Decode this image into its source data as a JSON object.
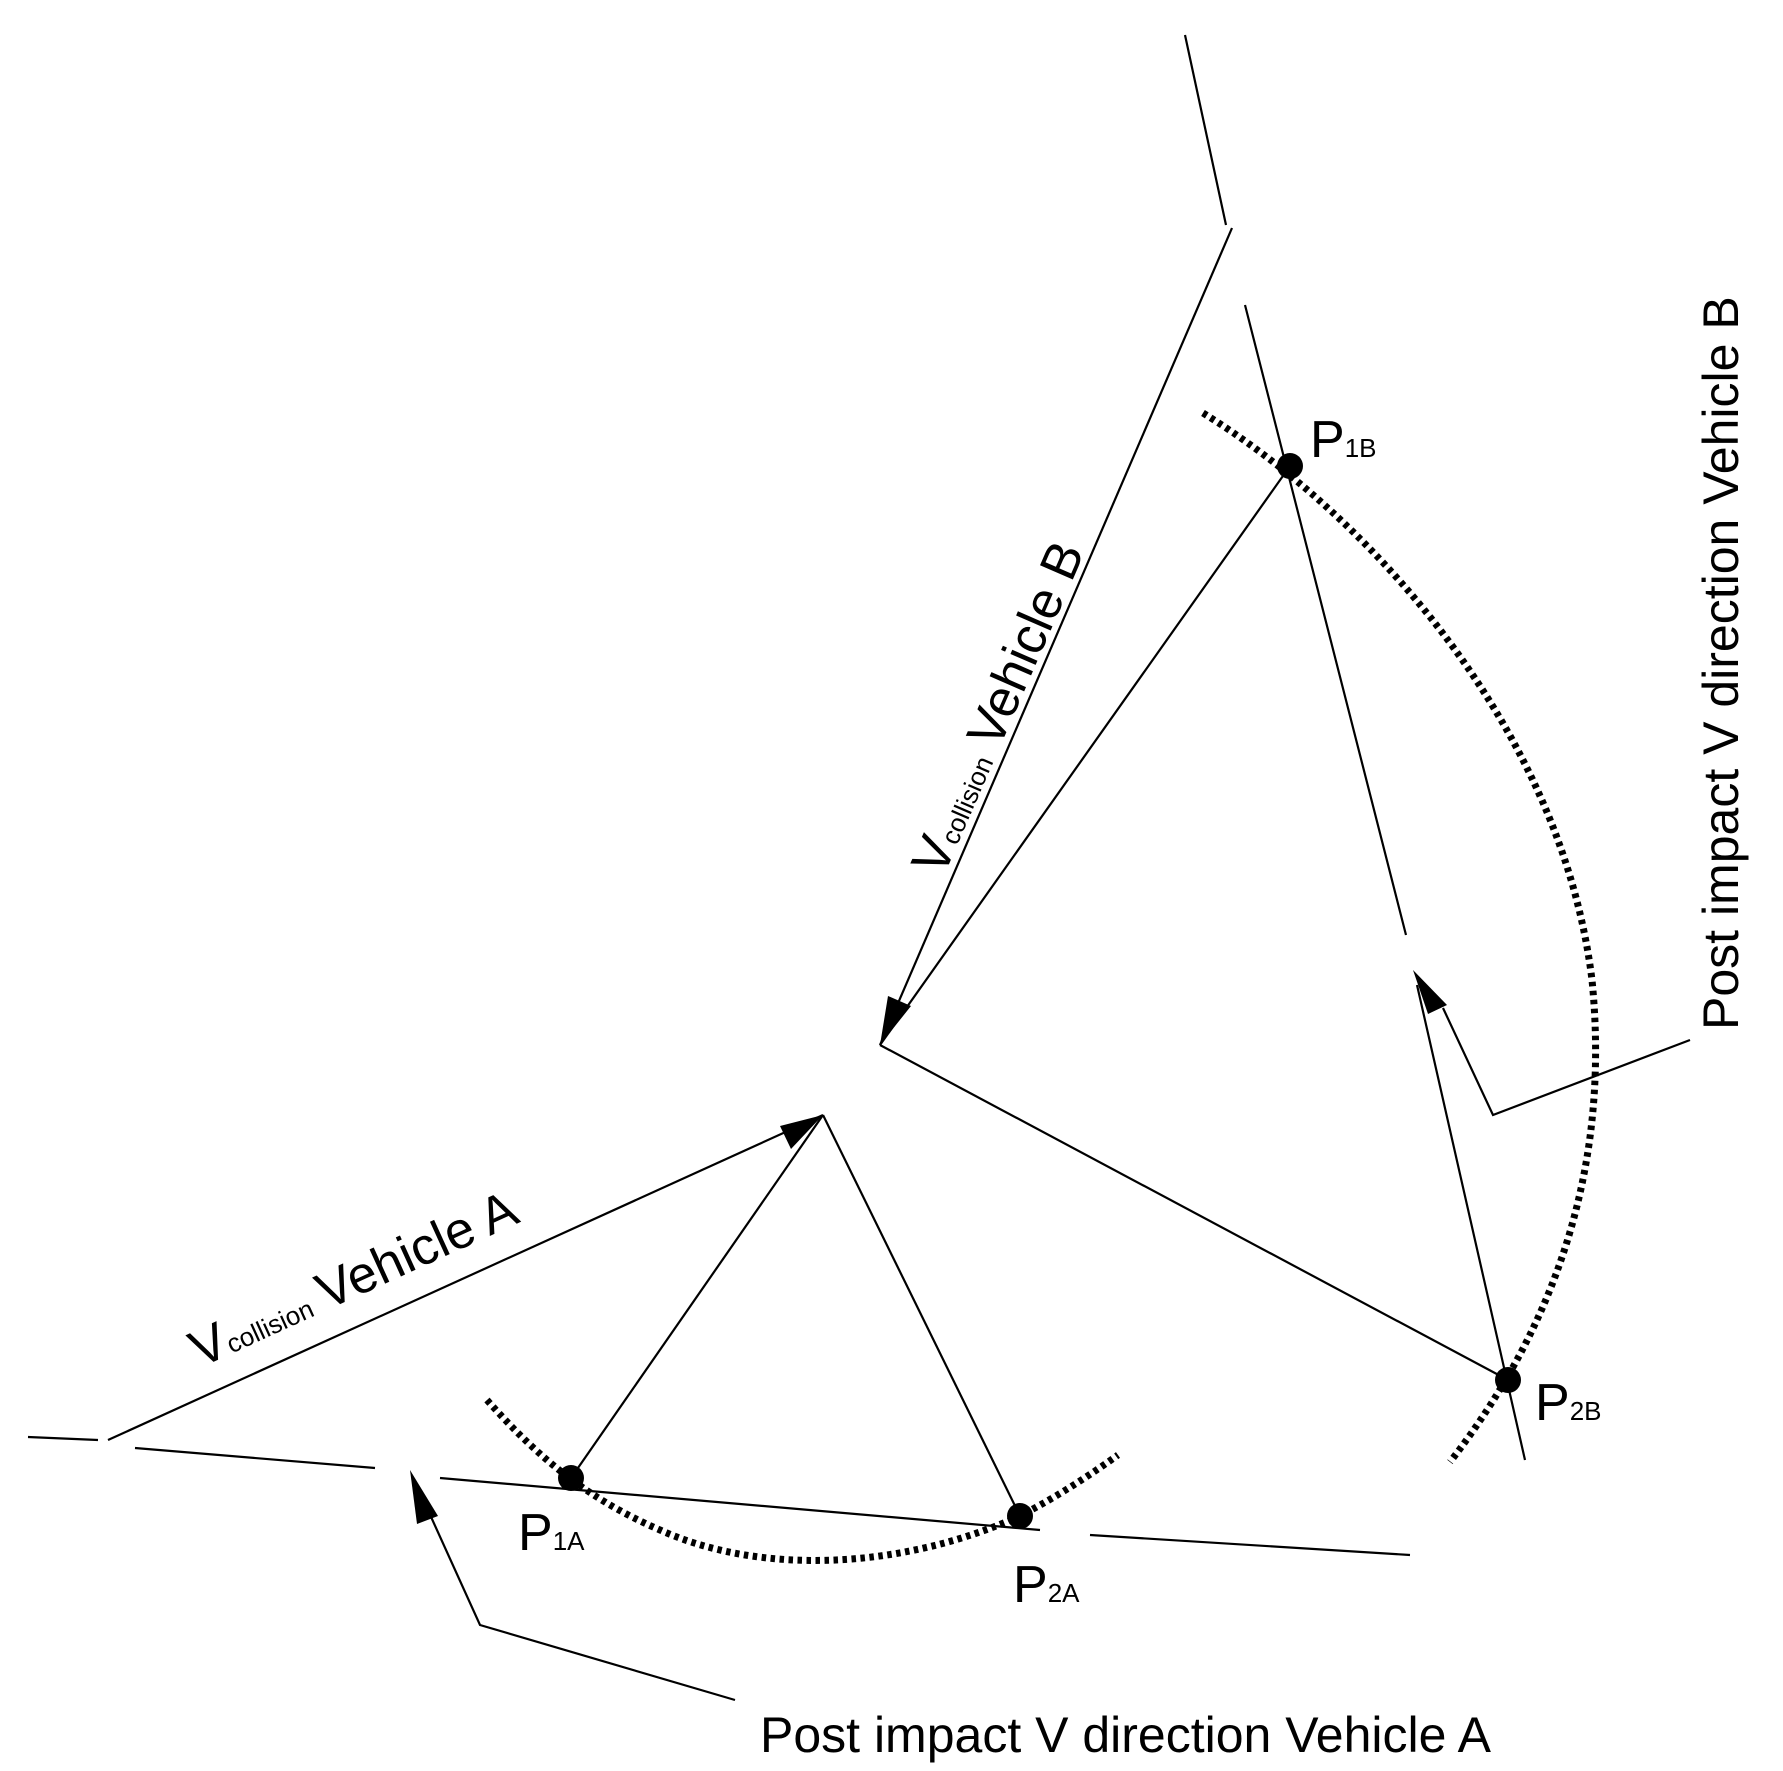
{
  "labels": {
    "vehicle_a_velocity": {
      "symbol": "V",
      "subscript": "collision",
      "text": "Vehicle A"
    },
    "vehicle_b_velocity": {
      "symbol": "V",
      "subscript": "collision",
      "text": "Vehicle B"
    },
    "post_impact_a": "Post impact V direction Vehicle A",
    "post_impact_b": "Post impact V direction Vehicle B"
  },
  "points": {
    "p1a": {
      "base": "P",
      "sub": "1A"
    },
    "p2a": {
      "base": "P",
      "sub": "2A"
    },
    "p1b": {
      "base": "P",
      "sub": "1B"
    },
    "p2b": {
      "base": "P",
      "sub": "2B"
    }
  },
  "colors": {
    "stroke": "#000000",
    "background": "#ffffff"
  }
}
